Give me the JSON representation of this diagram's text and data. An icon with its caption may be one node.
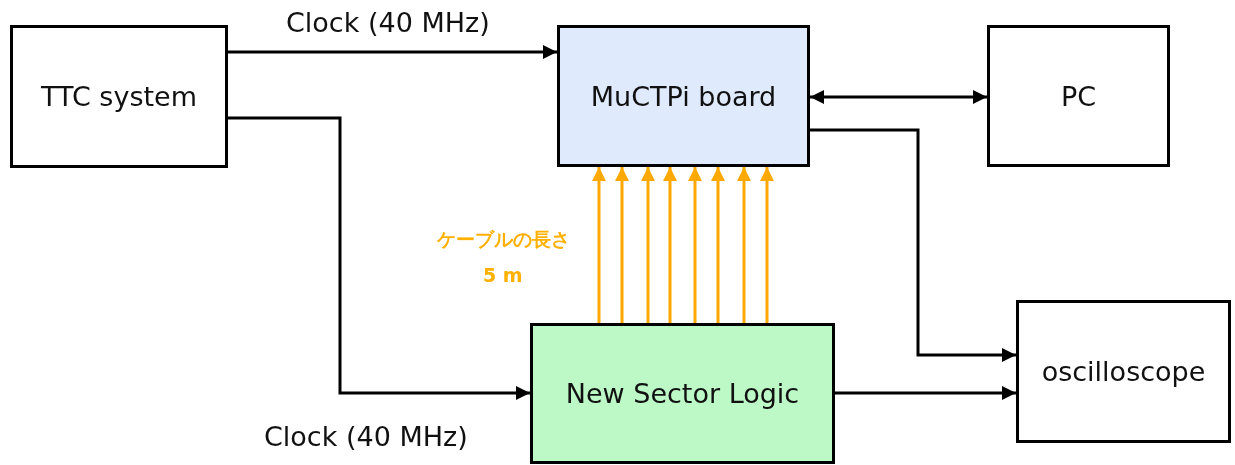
{
  "diagram": {
    "nodes": [
      {
        "text": [
          "TTC system"
        ]
      },
      {
        "text": [
          "MuCTPi board"
        ]
      },
      {
        "text": [
          "PC"
        ]
      },
      {
        "text": [
          "New Sector Logic"
        ]
      },
      {
        "text": [
          "oscilloscope"
        ]
      }
    ],
    "edges": [
      {
        "from": 0,
        "to": 1,
        "arrow": "to",
        "label": "Clock (40 MHz)",
        "color": "#000000"
      },
      {
        "from": 0,
        "to": 3,
        "arrow": "to",
        "label": "Clock (40 MHz)",
        "color": "#000000"
      },
      {
        "from": 1,
        "to": 2,
        "arrow": "both",
        "color": "#000000"
      },
      {
        "from": 1,
        "to": 4,
        "arrow": "to",
        "color": "#000000"
      },
      {
        "from": 3,
        "to": 4,
        "arrow": "to",
        "color": "#000000"
      },
      {
        "from": 3,
        "to": 1,
        "arrow": "to"
      },
      {
        "from": 3,
        "to": 1,
        "arrow": "to"
      },
      {
        "from": 3,
        "to": 1,
        "arrow": "to"
      },
      {
        "from": 3,
        "to": 1,
        "arrow": "to"
      },
      {
        "from": 3,
        "to": 1,
        "arrow": "to"
      },
      {
        "from": 3,
        "to": 1,
        "arrow": "to"
      },
      {
        "from": 3,
        "to": 1,
        "arrow": "to"
      },
      {
        "from": 3,
        "to": 1,
        "arrow": "to"
      }
    ],
    "labels": [
      "ケーブルの長さ",
      "5 m"
    ]
  }
}
